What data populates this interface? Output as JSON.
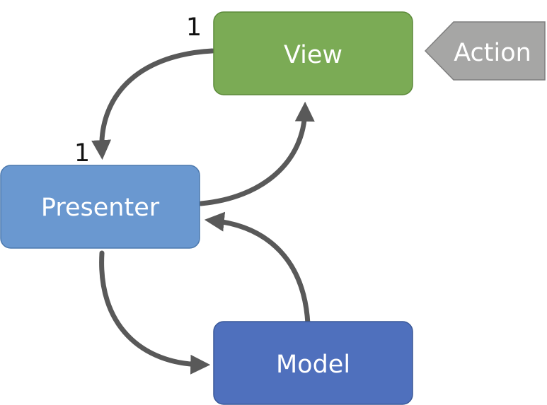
{
  "nodes": {
    "view": {
      "label": "View",
      "fill": "#7bab55",
      "stroke": "#5c8a3a"
    },
    "presenter": {
      "label": "Presenter",
      "fill": "#6a98d0",
      "stroke": "#4b78ad"
    },
    "model": {
      "label": "Model",
      "fill": "#4f70bd",
      "stroke": "#3a5898"
    },
    "action": {
      "label": "Action",
      "fill": "#a6a6a5",
      "stroke": "#7f7f7f"
    }
  },
  "multiplicities": {
    "view_end": "1",
    "presenter_end": "1"
  },
  "connector_color": "#595959"
}
